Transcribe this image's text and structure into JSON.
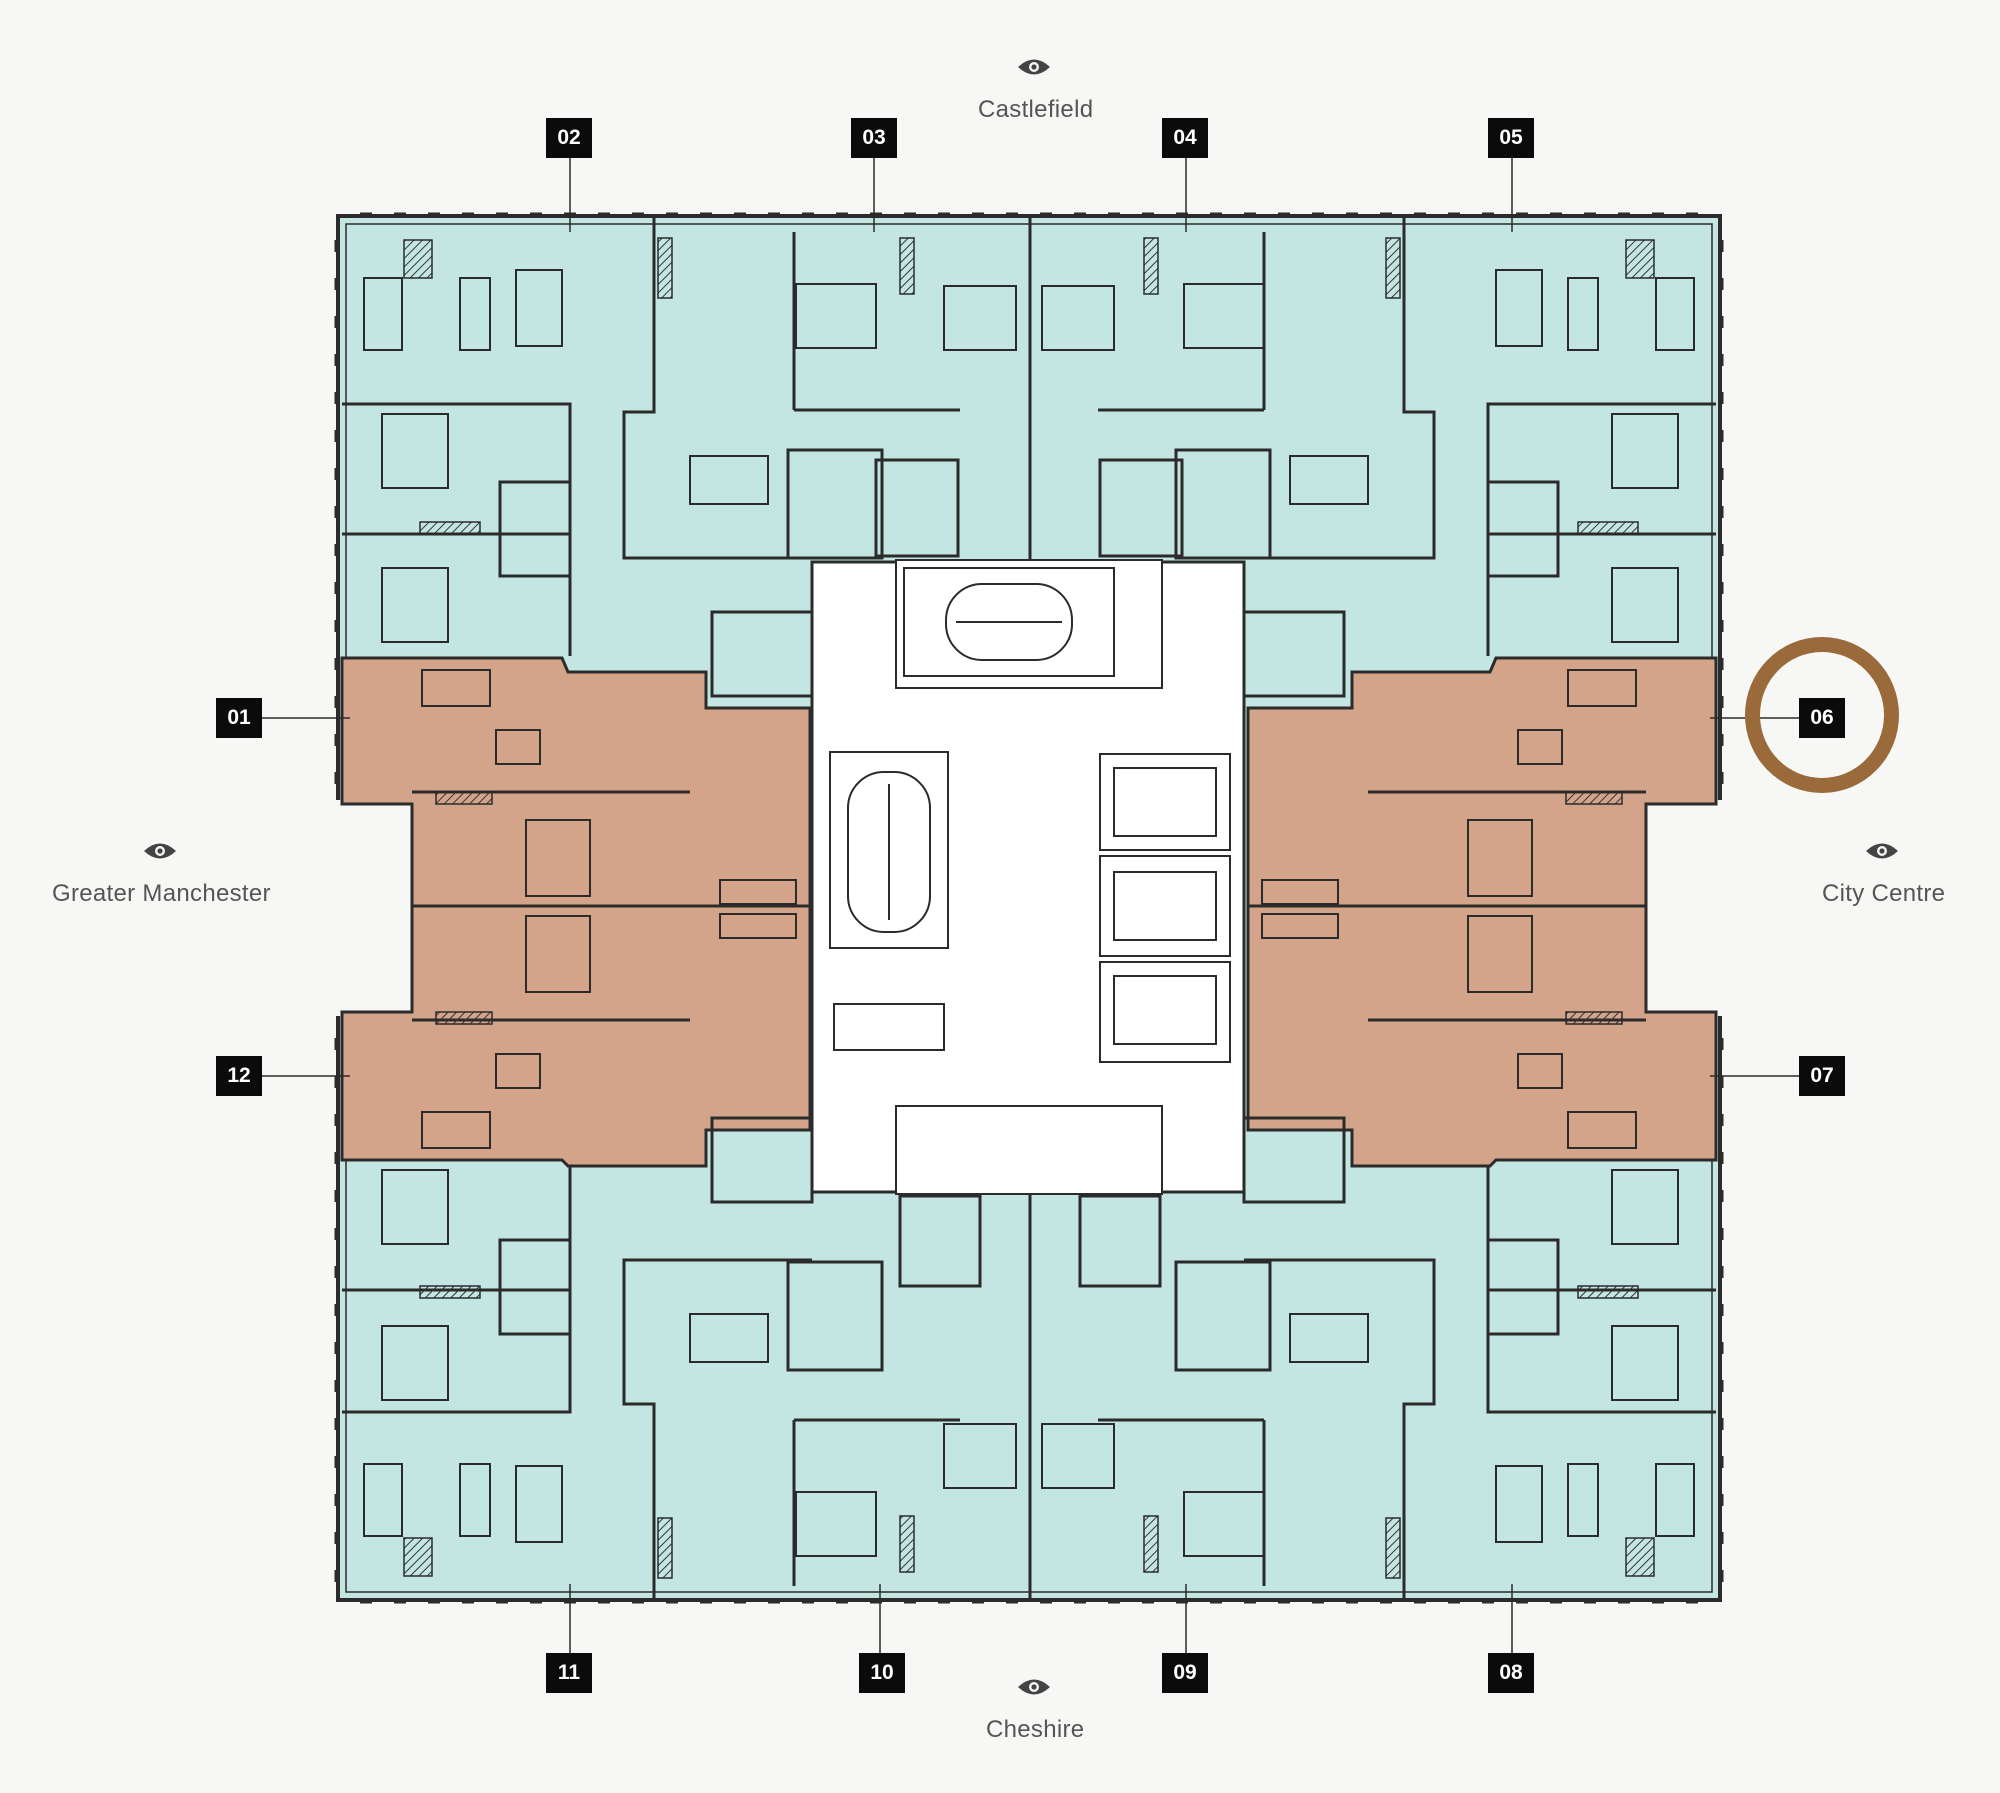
{
  "views": {
    "north": "Castlefield",
    "south": "Cheshire",
    "west": "Greater Manchester",
    "east": "City Centre"
  },
  "units": [
    {
      "id": "01",
      "status": "highlighted"
    },
    {
      "id": "02",
      "status": "standard"
    },
    {
      "id": "03",
      "status": "standard"
    },
    {
      "id": "04",
      "status": "standard"
    },
    {
      "id": "05",
      "status": "standard"
    },
    {
      "id": "06",
      "status": "highlighted"
    },
    {
      "id": "07",
      "status": "highlighted"
    },
    {
      "id": "08",
      "status": "standard"
    },
    {
      "id": "09",
      "status": "standard"
    },
    {
      "id": "10",
      "status": "standard"
    },
    {
      "id": "11",
      "status": "standard"
    },
    {
      "id": "12",
      "status": "highlighted"
    }
  ],
  "selected_unit": "06",
  "colors": {
    "standard_fill": "#c4e6e3",
    "highlighted_fill": "#d4a48a",
    "core_fill": "#ffffff",
    "line": "#2b2b2b",
    "selection_ring": "#9a6a3a",
    "tag_bg": "#0b0b0b",
    "tag_text": "#ffffff",
    "background": "#f7f7f5"
  }
}
